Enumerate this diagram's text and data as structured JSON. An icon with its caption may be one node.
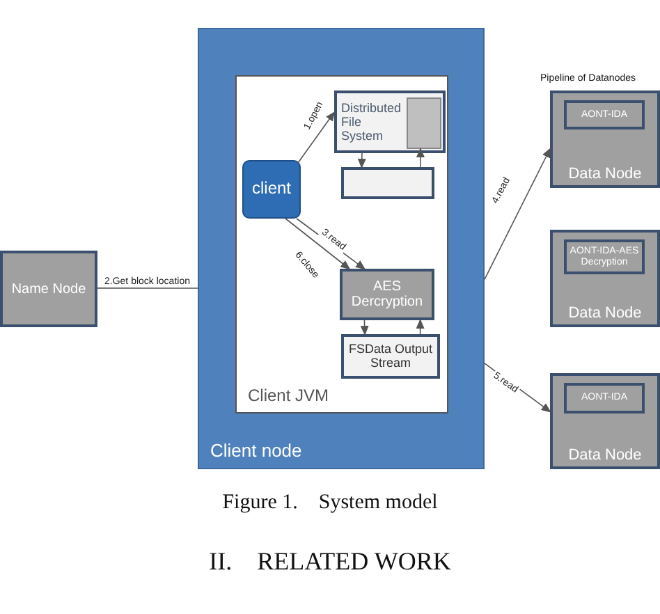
{
  "diagram": {
    "caption": "Figure 1.    System model",
    "nodes": [
      {
        "text": [
          "Client node"
        ]
      },
      {
        "text": [
          "Client JVM"
        ],
        "in": 0
      },
      {
        "text": [
          "client"
        ],
        "in": 1
      },
      {
        "text": [
          "Distributed File System"
        ],
        "in": 1
      },
      {
        "text": [],
        "shape": "box",
        "in": 3
      },
      {
        "text": [],
        "shape": "box",
        "in": 1
      },
      {
        "text": [
          "AES Dercryption"
        ],
        "in": 1
      },
      {
        "text": [
          "FSData Output Stream"
        ],
        "in": 1
      },
      {
        "text": [
          "Name Node"
        ]
      },
      {
        "text": [
          "Data Node"
        ]
      },
      {
        "text": [
          "AONT-IDA"
        ],
        "in": 9
      },
      {
        "text": [
          "Data Node"
        ]
      },
      {
        "text": [
          "AONT-IDA-AES Decryption"
        ],
        "in": 11
      },
      {
        "text": [
          "Data Node"
        ]
      },
      {
        "text": [
          "AONT-IDA"
        ],
        "in": 13
      }
    ],
    "edges": [
      {
        "from": 2,
        "to": 3,
        "arrow": "to",
        "label": "1.open"
      },
      {
        "from": 0,
        "to": 8,
        "arrow": "none",
        "label": "2.Get block location"
      },
      {
        "from": 2,
        "to": 6,
        "arrow": "to",
        "label": "3.read"
      },
      {
        "from": 2,
        "to": 6,
        "arrow": "to",
        "label": "6.close"
      },
      {
        "from": 0,
        "to": 9,
        "arrow": "to",
        "label": "4.read"
      },
      {
        "from": 0,
        "to": 13,
        "arrow": "to",
        "label": "5.read"
      },
      {
        "from": 3,
        "to": 5,
        "arrow": "to"
      },
      {
        "from": 5,
        "to": 4,
        "arrow": "to"
      },
      {
        "from": 6,
        "to": 7,
        "arrow": "to"
      },
      {
        "from": 7,
        "to": 6,
        "arrow": "to"
      }
    ],
    "labels": [
      "Pipeline of Datanodes",
      "II.    RELATED WORK"
    ]
  }
}
